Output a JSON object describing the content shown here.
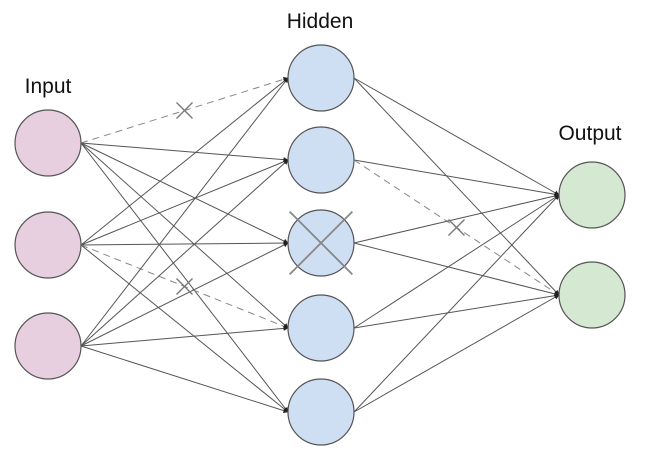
{
  "labels": {
    "input": "Input",
    "hidden": "Hidden",
    "output": "Output"
  },
  "colors": {
    "input_fill": "#e8cfe0",
    "hidden_fill": "#cfdff3",
    "output_fill": "#d5e8d2",
    "edge": "#555555",
    "dropped_edge": "#888888"
  },
  "layers": {
    "input_count": 3,
    "hidden_count": 5,
    "output_count": 2
  },
  "dropped_nodes": [
    "hidden-3"
  ],
  "dropped_edges": [
    {
      "from": "input-1",
      "to": "hidden-1"
    },
    {
      "from": "input-2",
      "to": "hidden-4"
    },
    {
      "from": "hidden-2",
      "to": "output-2"
    }
  ]
}
